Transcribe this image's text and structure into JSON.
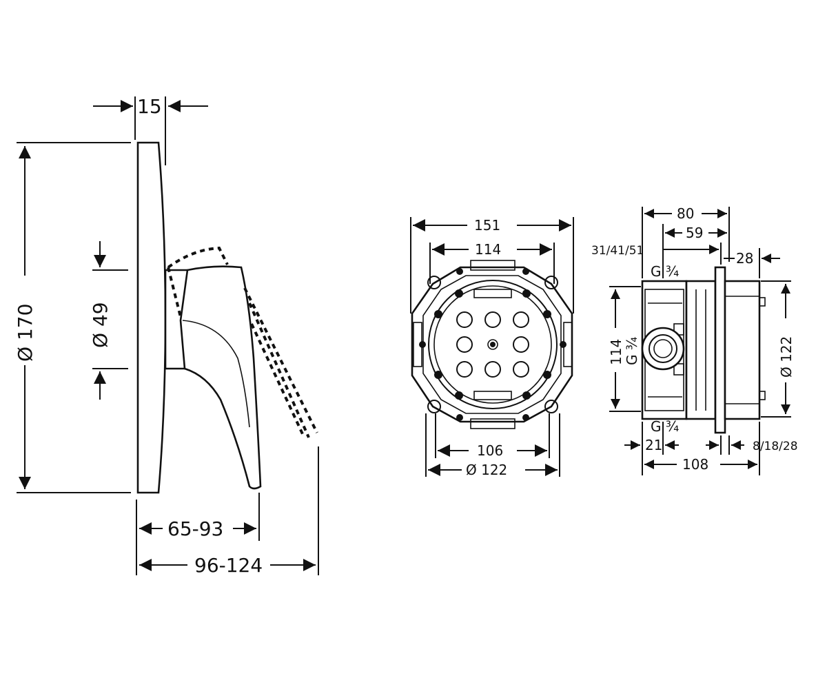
{
  "side_view": {
    "dim_plate_depth": "15",
    "dim_plate_diameter": "Ø 170",
    "dim_spout_diameter": "Ø 49",
    "dim_handle_depth": "65-93",
    "dim_total_depth": "96-124"
  },
  "front_view": {
    "dim_outer_width": "151",
    "dim_inner_width": "114",
    "dim_bottom_width": "106",
    "dim_bottom_diameter": "Ø 122"
  },
  "section_view": {
    "dim_top_80": "80",
    "dim_top_59": "59",
    "dim_top_range": "31/41/51",
    "dim_right_28": "28",
    "thread_top": "G ¾",
    "dim_left_114": "114",
    "thread_left": "G ¾",
    "thread_bottom": "G ¾",
    "dim_right_diameter": "Ø 122",
    "dim_bottom_21": "21",
    "dim_bottom_range": "8/18/28",
    "dim_bottom_108": "108"
  }
}
